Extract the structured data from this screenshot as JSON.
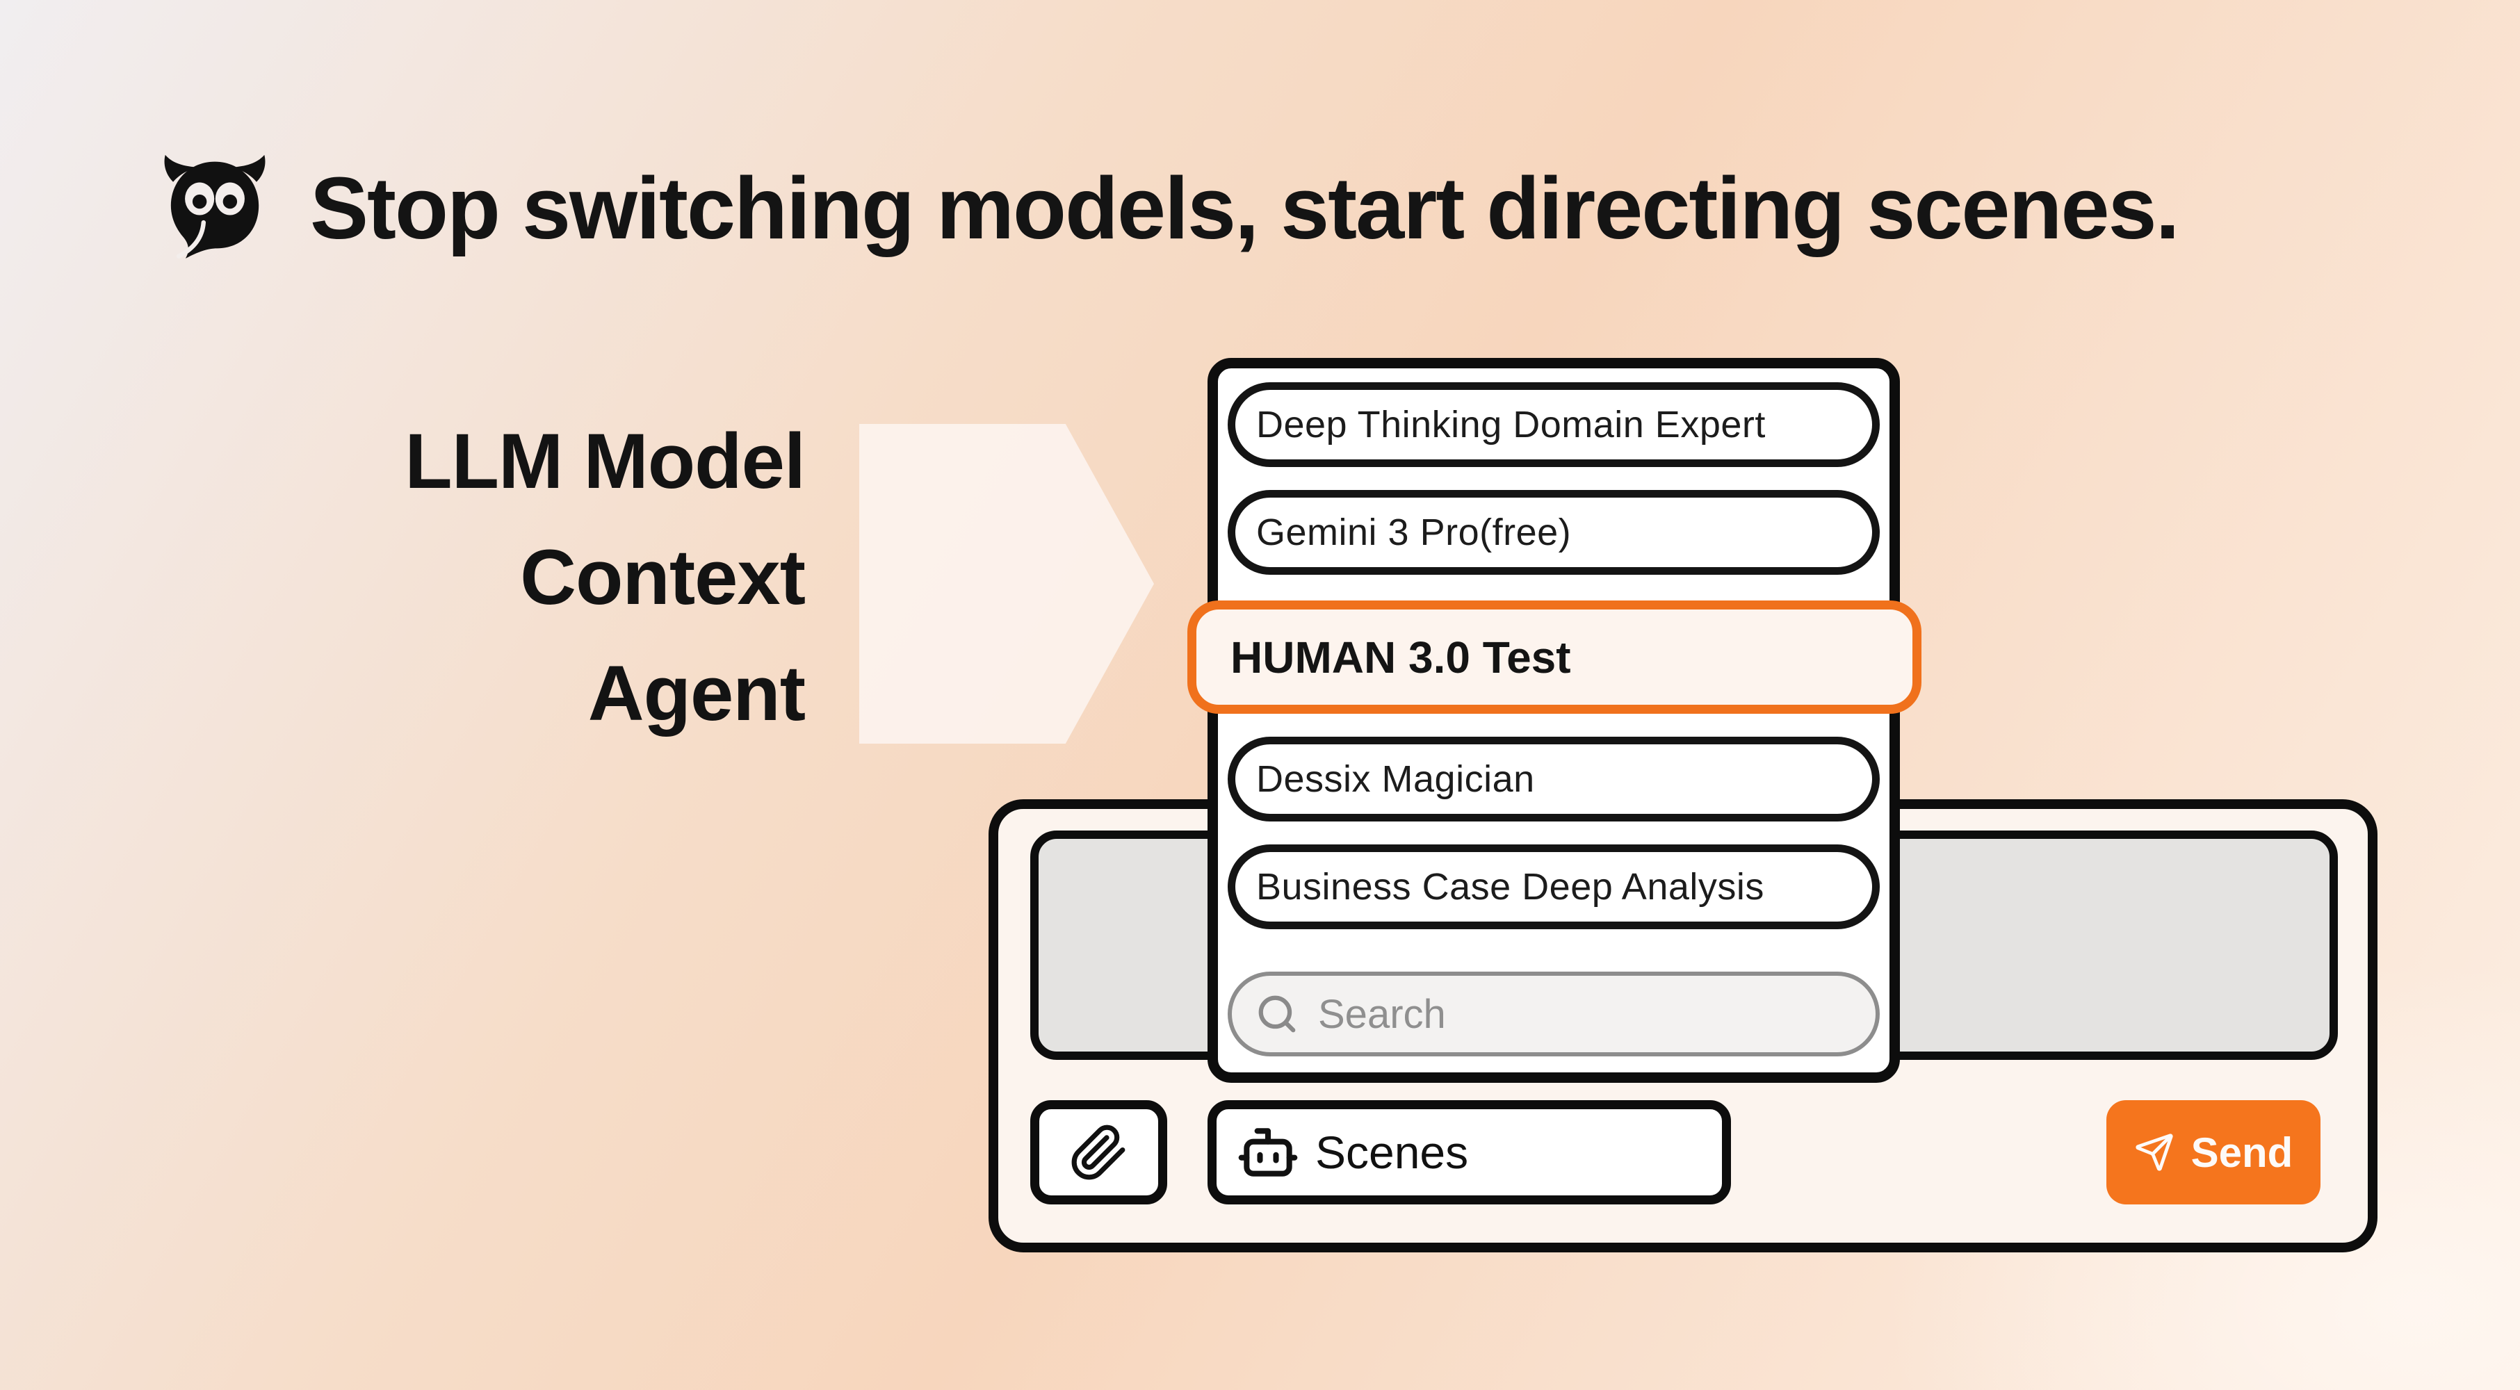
{
  "header": {
    "headline": "Stop switching models, start directing scenes.",
    "brand_icon": "owl-logo"
  },
  "left_labels": {
    "text": "LLM Model\nContext\nAgent",
    "lines": [
      "LLM Model",
      "Context",
      "Agent"
    ]
  },
  "dropdown": {
    "items": [
      {
        "label": "Deep Thinking Domain Expert",
        "selected": false
      },
      {
        "label": "Gemini 3 Pro(free)",
        "selected": false
      },
      {
        "label": "HUMAN 3.0 Test",
        "selected": true
      },
      {
        "label": "Dessix Magician",
        "selected": false
      },
      {
        "label": "Business Case Deep Analysis",
        "selected": false
      }
    ],
    "search": {
      "placeholder": "Search",
      "icon": "search-icon"
    }
  },
  "composer": {
    "message_value": "",
    "attach_icon": "paperclip-icon",
    "scenes_button": {
      "label": "Scenes",
      "icon": "robot-icon"
    },
    "send_button": {
      "label": "Send",
      "icon": "send-icon"
    }
  },
  "colors": {
    "accent_orange": "#F0711C",
    "send_orange": "#F5751D",
    "outline_black": "#0D0D0D",
    "composer_fill": "#FCF4EE",
    "selected_fill": "#FDF4EE",
    "input_gray": "#E4E3E1",
    "search_gray": "#F3F2F1"
  }
}
